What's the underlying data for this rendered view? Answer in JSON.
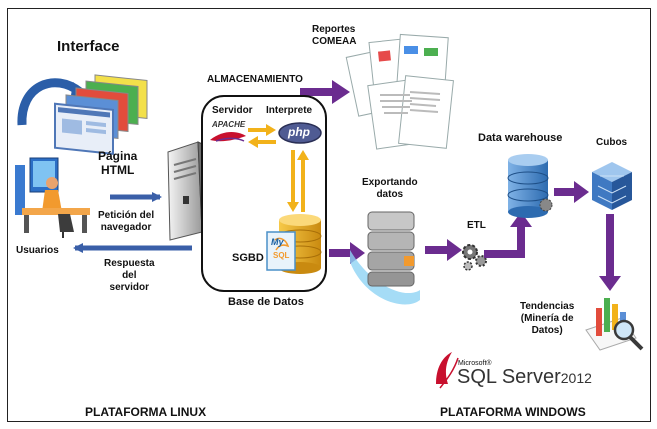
{
  "labels": {
    "interface": "Interface",
    "reportes": "Reportes\nCOMEAA",
    "almacenamiento": "ALMACENAMIENTO",
    "servidor": "Servidor",
    "interprete": "Interprete",
    "pagina": "Página\nHTML",
    "peticion": "Petición del\nnavegador",
    "usuarios": "Usuarios",
    "respuesta": "Respuesta\ndel\nservidor",
    "sgbd": "SGBD",
    "base_datos": "Base de Datos",
    "exportando": "Exportando\ndatos",
    "etl": "ETL",
    "data_warehouse": "Data warehouse",
    "cubos": "Cubos",
    "tendencias": "Tendencias\n(Minería de\nDatos)",
    "plataforma_linux": "PLATAFORMA LINUX",
    "plataforma_windows": "PLATAFORMA WINDOWS"
  },
  "logos": {
    "apache": "APACHE",
    "php": "php",
    "mysql_my": "My",
    "mysql_sql": "SQL",
    "microsoft": "Microsoft®",
    "sql_server": "SQL Server",
    "sql_server_year": "2012"
  },
  "colors": {
    "arrow_blue": "#3a5fa8",
    "arrow_purple": "#6b2c8f",
    "arrow_yellow": "#f2b21a",
    "php_badge": "#4f5b93",
    "sql_red": "#c8102e"
  }
}
